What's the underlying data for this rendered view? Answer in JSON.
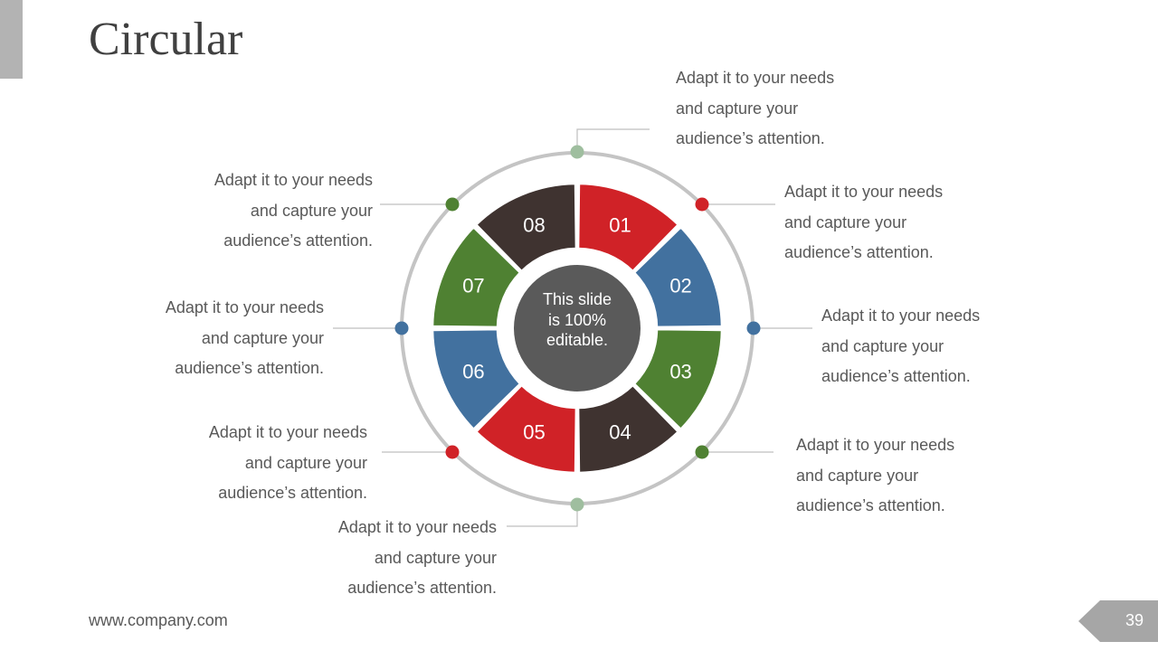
{
  "slide": {
    "title": "Circular",
    "center_text": [
      "This slide",
      "is 100%",
      "editable."
    ],
    "footer_url": "www.company.com",
    "page_number": "39"
  },
  "segments": [
    {
      "num": "01",
      "color": "#d02227"
    },
    {
      "num": "02",
      "color": "#42719f"
    },
    {
      "num": "03",
      "color": "#4f8132"
    },
    {
      "num": "04",
      "color": "#3f3330"
    },
    {
      "num": "05",
      "color": "#d02227"
    },
    {
      "num": "06",
      "color": "#42719f"
    },
    {
      "num": "07",
      "color": "#4f8132"
    },
    {
      "num": "08",
      "color": "#3f3330"
    }
  ],
  "callouts": [
    {
      "dot_color": "#9fbe9f",
      "lines": [
        "Adapt it to your needs",
        "and capture your",
        "audience’s attention."
      ]
    },
    {
      "dot_color": "#d02227",
      "lines": [
        "Adapt it to your needs",
        "and capture your",
        "audience’s attention."
      ]
    },
    {
      "dot_color": "#42719f",
      "lines": [
        "Adapt it to your needs",
        "and capture your",
        "audience’s attention."
      ]
    },
    {
      "dot_color": "#4f8132",
      "lines": [
        "Adapt it to your needs",
        "and capture your",
        "audience’s attention."
      ]
    },
    {
      "dot_color": "#9fbe9f",
      "lines": [
        "Adapt it to your needs",
        "and capture your",
        "audience’s attention."
      ]
    },
    {
      "dot_color": "#d02227",
      "lines": [
        "Adapt it to your needs",
        "and capture your",
        "audience’s attention."
      ]
    },
    {
      "dot_color": "#42719f",
      "lines": [
        "Adapt it to your needs",
        "and capture your",
        "audience’s attention."
      ]
    },
    {
      "dot_color": "#4f8132",
      "lines": [
        "Adapt it to your needs",
        "and capture your",
        "audience’s attention."
      ]
    }
  ],
  "colors": {
    "outer_ring": "#c4c4c4",
    "center_circle": "#5a5a5a",
    "connector": "#bfbfbf",
    "badge": "#a6a6a6"
  }
}
